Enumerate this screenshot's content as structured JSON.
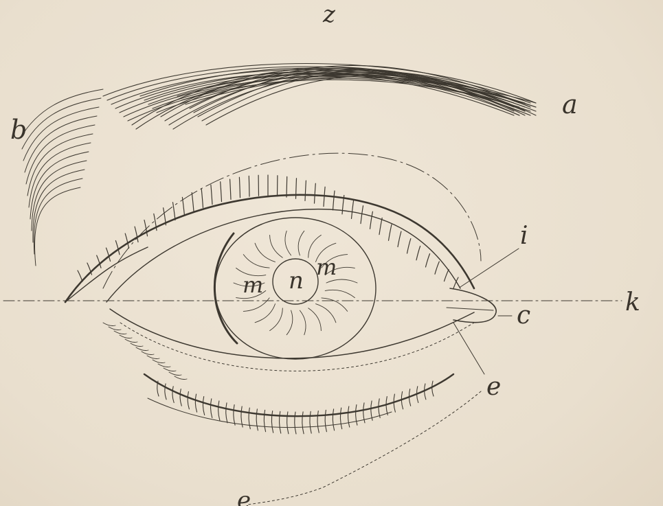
{
  "figure": {
    "labels": {
      "top": "z",
      "brow_right": "a",
      "brow_left": "b",
      "upper_corner": "i",
      "axis_right": "k",
      "caruncle": "c",
      "lower_corner": "e",
      "pupil": "n",
      "iris_left": "m",
      "iris_right": "m",
      "bottom": "e"
    },
    "colors": {
      "paper": "#ece2d2",
      "ink": "#3d3830"
    }
  }
}
